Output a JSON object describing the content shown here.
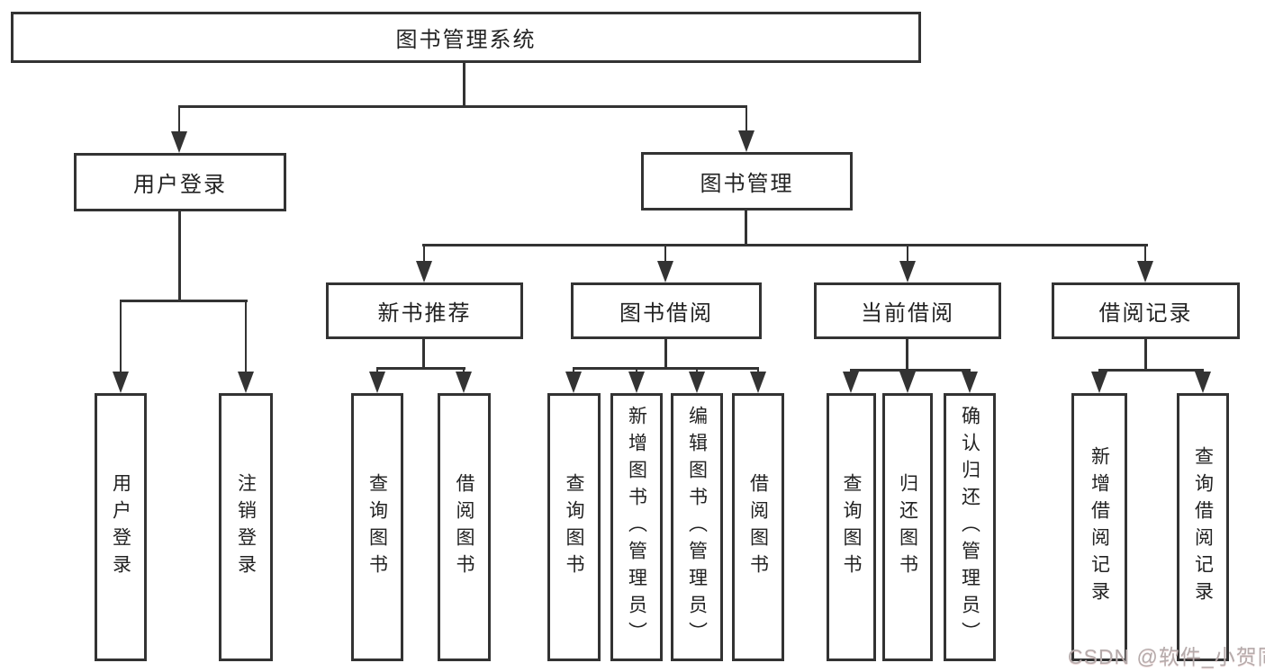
{
  "title": {
    "label": "图书管理系统"
  },
  "watermark": {
    "text": "CSDN @软件_小贺同学"
  },
  "colors": {
    "line": "#333333",
    "box_border": "#333333",
    "text": "#222222",
    "watermark_text": "#b5abab",
    "background": "#ffffff"
  },
  "nodes": {
    "user_login": {
      "label": "用户登录",
      "children": [
        {
          "label": "用户登录"
        },
        {
          "label": "注销登录"
        }
      ]
    },
    "book_management": {
      "label": "图书管理",
      "sections": [
        "新书推荐",
        "图书借阅",
        "当前借阅",
        "借阅记录"
      ]
    },
    "new_book": {
      "label": "新书推荐",
      "children": [
        {
          "label": "查询图书"
        },
        {
          "label": "借阅图书"
        }
      ]
    },
    "borrowing": {
      "label": "图书借阅",
      "children": [
        {
          "label": "查询图书"
        },
        {
          "label": "新增图书（管理员）"
        },
        {
          "label": "编辑图书（管理员）"
        },
        {
          "label": "借阅图书"
        }
      ]
    },
    "current": {
      "label": "当前借阅",
      "children": [
        {
          "label": "查询图书"
        },
        {
          "label": "归还图书"
        },
        {
          "label": "确认归还（管理员）"
        }
      ]
    },
    "records": {
      "label": "借阅记录",
      "children": [
        {
          "label": "新增借阅记录"
        },
        {
          "label": "查询借阅记录"
        }
      ]
    }
  }
}
